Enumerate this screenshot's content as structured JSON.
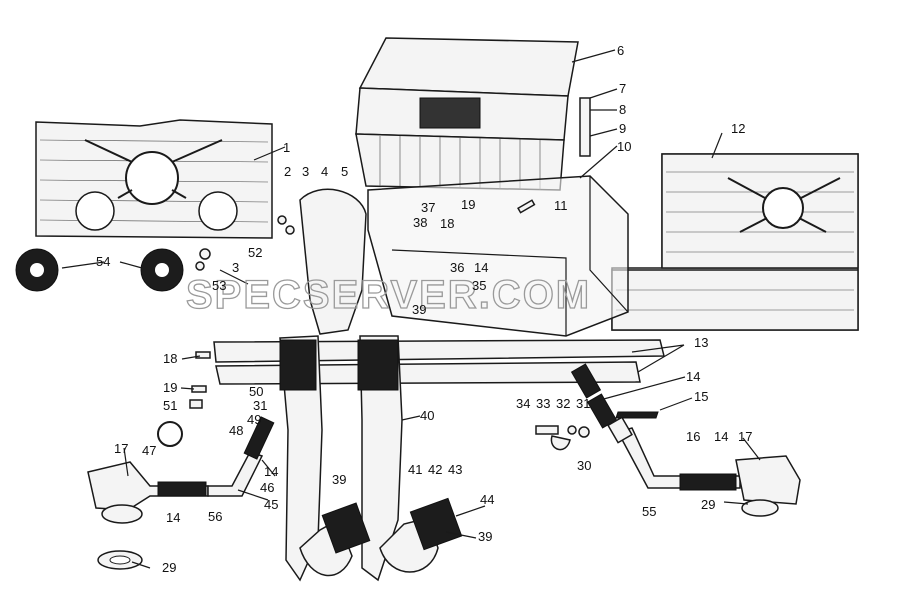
{
  "watermark": "SPECSERVER.COM",
  "callouts": [
    {
      "id": "c1",
      "text": "1"
    },
    {
      "id": "c2",
      "text": "2"
    },
    {
      "id": "c3a",
      "text": "3"
    },
    {
      "id": "c4",
      "text": "4"
    },
    {
      "id": "c5",
      "text": "5"
    },
    {
      "id": "c6",
      "text": "6"
    },
    {
      "id": "c7",
      "text": "7"
    },
    {
      "id": "c8",
      "text": "8"
    },
    {
      "id": "c9",
      "text": "9"
    },
    {
      "id": "c10",
      "text": "10"
    },
    {
      "id": "c11",
      "text": "11"
    },
    {
      "id": "c12",
      "text": "12"
    },
    {
      "id": "c13",
      "text": "13"
    },
    {
      "id": "c14a",
      "text": "14"
    },
    {
      "id": "c14b",
      "text": "14"
    },
    {
      "id": "c14c",
      "text": "14"
    },
    {
      "id": "c14d",
      "text": "14"
    },
    {
      "id": "c14e",
      "text": "14"
    },
    {
      "id": "c15",
      "text": "15"
    },
    {
      "id": "c16",
      "text": "16"
    },
    {
      "id": "c17a",
      "text": "17"
    },
    {
      "id": "c17b",
      "text": "17"
    },
    {
      "id": "c18a",
      "text": "18"
    },
    {
      "id": "c18b",
      "text": "18"
    },
    {
      "id": "c19a",
      "text": "19"
    },
    {
      "id": "c19b",
      "text": "19"
    },
    {
      "id": "c29a",
      "text": "29"
    },
    {
      "id": "c29b",
      "text": "29"
    },
    {
      "id": "c30",
      "text": "30"
    },
    {
      "id": "c31a",
      "text": "31"
    },
    {
      "id": "c31b",
      "text": "31"
    },
    {
      "id": "c32",
      "text": "32"
    },
    {
      "id": "c33",
      "text": "33"
    },
    {
      "id": "c34",
      "text": "34"
    },
    {
      "id": "c35",
      "text": "35"
    },
    {
      "id": "c36",
      "text": "36"
    },
    {
      "id": "c37",
      "text": "37"
    },
    {
      "id": "c38",
      "text": "38"
    },
    {
      "id": "c39a",
      "text": "39"
    },
    {
      "id": "c39b",
      "text": "39"
    },
    {
      "id": "c39c",
      "text": "39"
    },
    {
      "id": "c40",
      "text": "40"
    },
    {
      "id": "c41",
      "text": "41"
    },
    {
      "id": "c42",
      "text": "42"
    },
    {
      "id": "c43",
      "text": "43"
    },
    {
      "id": "c44",
      "text": "44"
    },
    {
      "id": "c45",
      "text": "45"
    },
    {
      "id": "c46",
      "text": "46"
    },
    {
      "id": "c47",
      "text": "47"
    },
    {
      "id": "c48",
      "text": "48"
    },
    {
      "id": "c49",
      "text": "49"
    },
    {
      "id": "c50",
      "text": "50"
    },
    {
      "id": "c51",
      "text": "51"
    },
    {
      "id": "c52",
      "text": "52"
    },
    {
      "id": "c53",
      "text": "53"
    },
    {
      "id": "c54",
      "text": "54"
    },
    {
      "id": "c55",
      "text": "55"
    },
    {
      "id": "c56",
      "text": "56"
    },
    {
      "id": "c3b",
      "text": "3"
    }
  ]
}
